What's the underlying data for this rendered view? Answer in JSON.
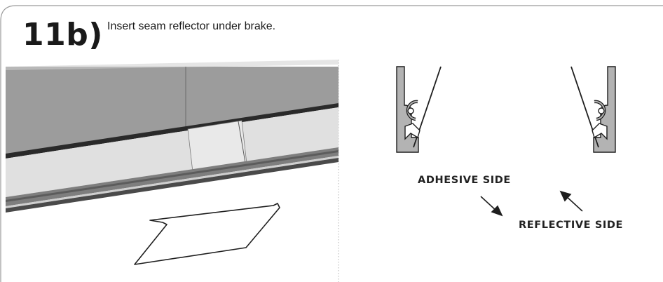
{
  "step": {
    "number": "11b)",
    "instruction": "Insert seam reflector under brake."
  },
  "diagram": {
    "labels": {
      "adhesive_side": "ADHESIVE SIDE",
      "reflective_side": "REFLECTIVE SIDE"
    }
  }
}
